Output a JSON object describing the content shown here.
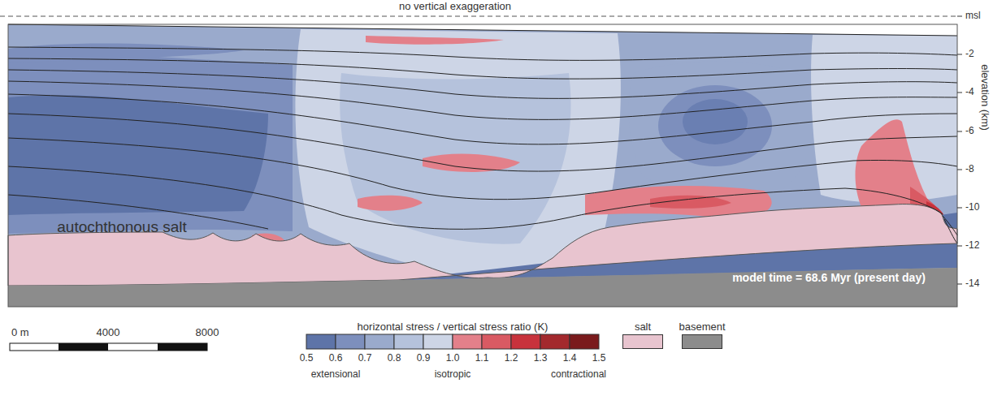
{
  "diagram": {
    "labels": [
      "no vertical exaggeration",
      "msl",
      "-2",
      "-4",
      "-6",
      "-8",
      "-10",
      "-12",
      "-14",
      "elevation (km)",
      "autochthonous salt",
      "model time = 68.6 Myr (present day)",
      "0 m",
      "4000",
      "8000",
      "horizontal stress / vertical stress ratio (K)",
      "0.5",
      "0.6",
      "0.7",
      "0.8",
      "0.9",
      "1.0",
      "1.1",
      "1.2",
      "1.3",
      "1.4",
      "1.5",
      "extensional",
      "isotropic",
      "contractional"
    ],
    "legend": [
      {
        "text": "salt",
        "color": "#e8c4cf"
      },
      {
        "text": "basement",
        "color": "#8c8c8c"
      }
    ]
  }
}
